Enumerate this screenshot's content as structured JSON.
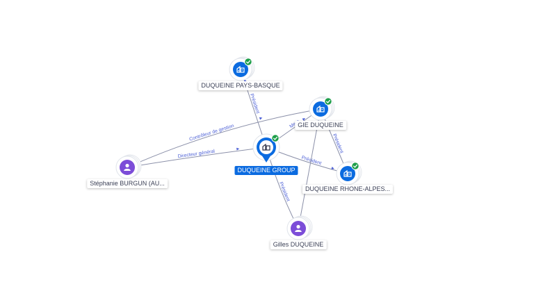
{
  "colors": {
    "company": "#0b6be0",
    "person": "#7c4dd8",
    "check": "#1e9e4a",
    "edge": "#8a8fa8",
    "edge_label": "#4b5fd6"
  },
  "icons": {
    "company": "building-icon",
    "person": "person-icon",
    "verified": "check-badge-icon"
  },
  "nodes": {
    "group": {
      "label": "DUQUEINE GROUP",
      "kind": "company",
      "verified": true,
      "primary": true
    },
    "pays_basque": {
      "label": "DUQUEINE PAYS-BASQUE",
      "kind": "company",
      "verified": true
    },
    "gie": {
      "label": "GIE DUQUEINE",
      "kind": "company",
      "verified": true
    },
    "rhone_alpes": {
      "label": "DUQUEINE RHONE-ALPES...",
      "kind": "company",
      "verified": true
    },
    "stephanie": {
      "label": "Stéphanie BURGUN (AU...",
      "kind": "person"
    },
    "gilles": {
      "label": "Gilles DUQUEINE",
      "kind": "person"
    }
  },
  "edges": [
    {
      "from": "group",
      "to": "pays_basque",
      "label": "Président"
    },
    {
      "from": "group",
      "to": "gie",
      "label": "Mem"
    },
    {
      "from": "group",
      "to": "rhone_alpes",
      "label": "Président"
    },
    {
      "from": "gilles",
      "to": "group",
      "label": "Président"
    },
    {
      "from": "stephanie",
      "to": "gie",
      "label": "Contrôleur de gestion"
    },
    {
      "from": "stephanie",
      "to": "group",
      "label": "Directeur général"
    },
    {
      "from": "gilles",
      "to": "gie",
      "label": ""
    },
    {
      "from": "gie",
      "to": "rhone_alpes",
      "label": "Président"
    }
  ]
}
